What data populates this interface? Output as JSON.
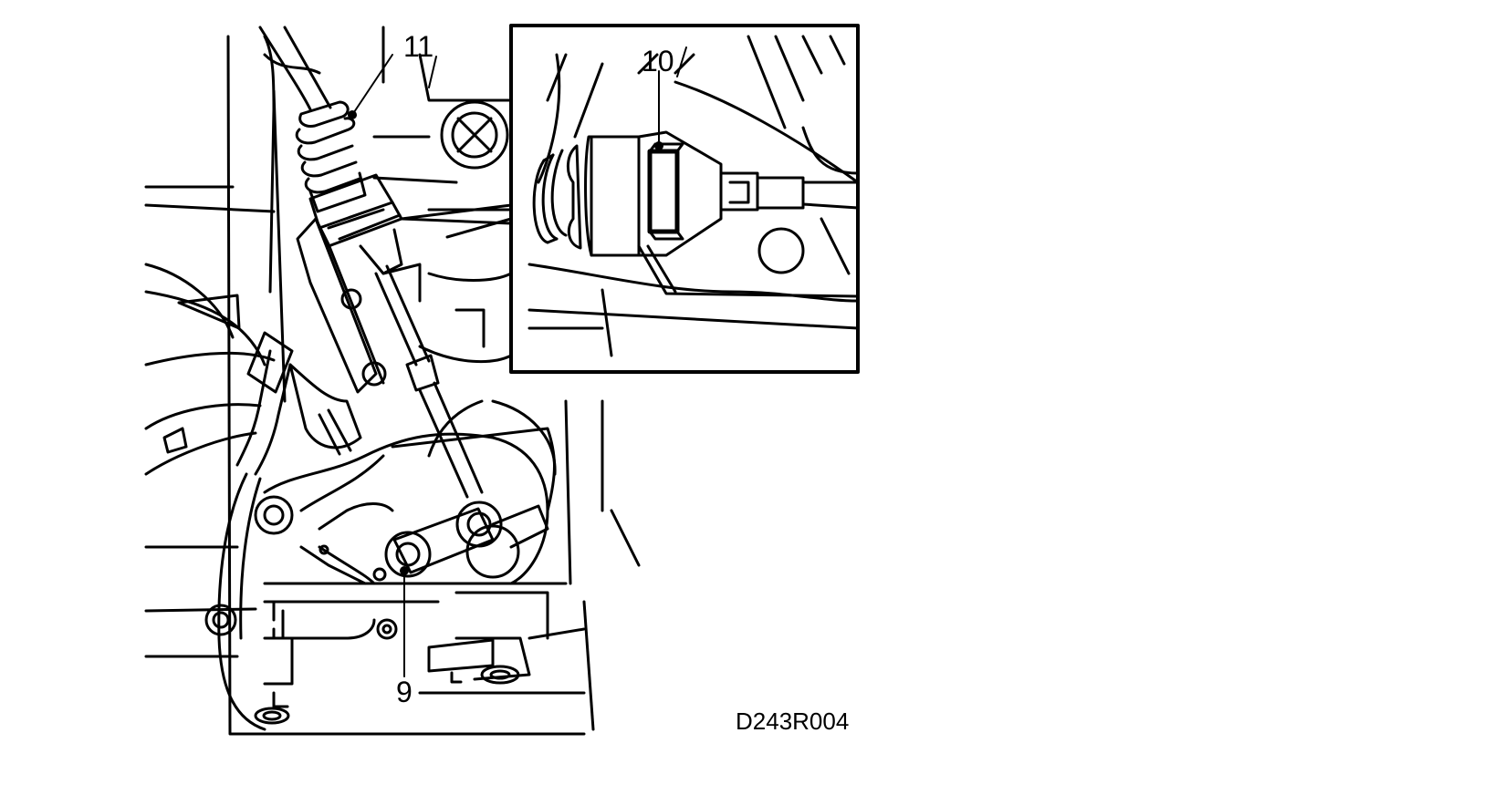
{
  "labels": {
    "item_11": "11",
    "item_10": "10",
    "item_9": "9"
  },
  "figure_ref": "D243R004",
  "colors": {
    "line": "#000000",
    "background": "#ffffff"
  }
}
